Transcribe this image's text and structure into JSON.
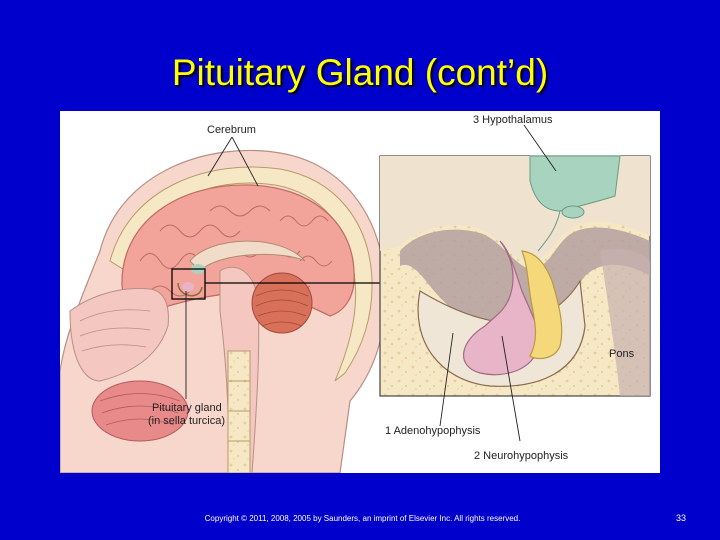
{
  "slide": {
    "title": "Pituitary Gland (cont’d)",
    "footer": "Copyright © 2011, 2008, 2005 by Saunders, an imprint of Elsevier Inc. All rights reserved.",
    "page_number": "33"
  },
  "figure": {
    "labels": {
      "cerebrum": "Cerebrum",
      "hypothalamus": "3 Hypothalamus",
      "pons": "Pons",
      "pituitary_line1": "Pituitary gland",
      "pituitary_line2": "(in sella turcica)",
      "adenohypophysis": "1 Adenohypophysis",
      "neurohypophysis": "2 Neurohypophysis"
    },
    "colors": {
      "slide_background": "#0000cc",
      "title_text": "#ffff00",
      "brain": "#f2a49a",
      "adenohypophysis": "#e8b4c8",
      "neurohypophysis": "#f5d87a",
      "hypothalamus": "#a8d4bf",
      "bone": "#f6e8c4",
      "skin": "#f7d6cc"
    }
  }
}
